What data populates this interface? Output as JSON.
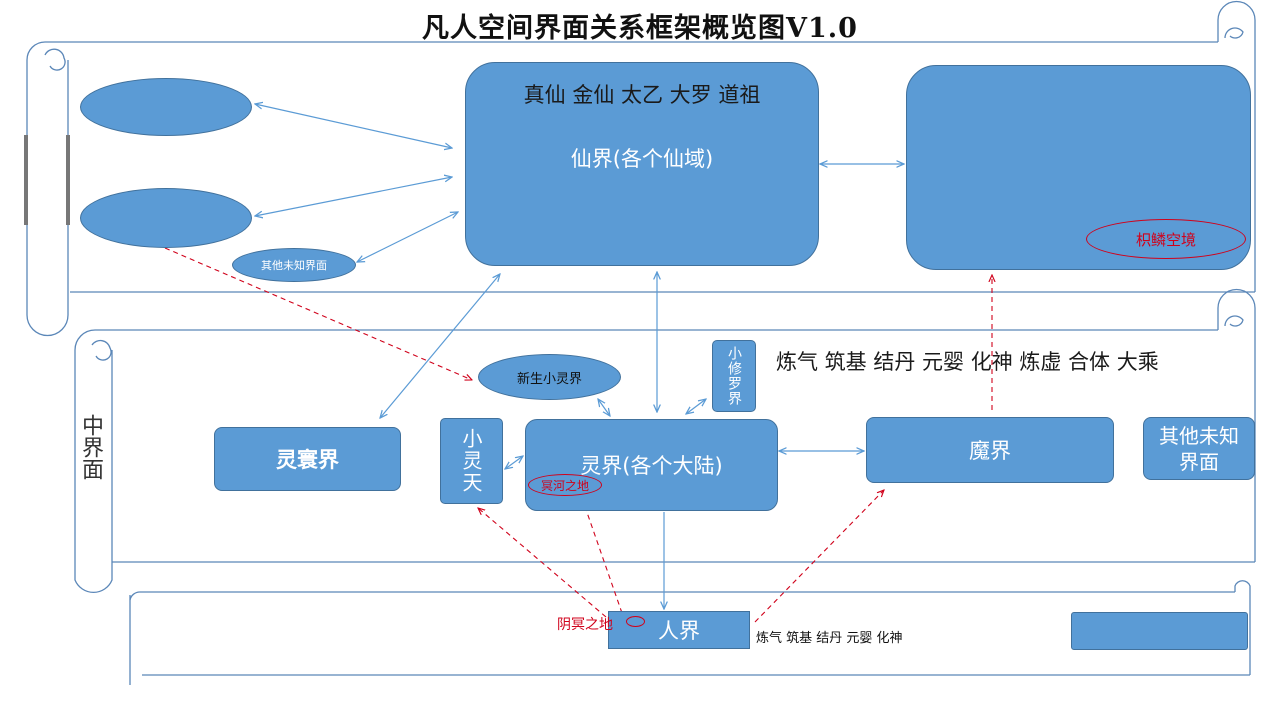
{
  "title": "凡人空间界面关系框架概览图V1.0",
  "upper": {
    "ranks": "真仙 金仙 太乙 大罗 道祖",
    "main_label": "仙界(各个仙域)",
    "other_unknown": "其他未知界面",
    "red_label": "枳鳞空境"
  },
  "middle": {
    "side_label": "中界面",
    "ranks": "炼气 筑基 结丹 元婴 化神 炼虚 合体 大乘",
    "new_small": "新生小灵界",
    "small_asura": "小修罗界",
    "linghuan": "灵寰界",
    "small_lingtian": "小灵天",
    "main_label": "灵界(各个大陆)",
    "red_label": "冥河之地",
    "demon": "魔界",
    "other_unknown": "其他未知界面"
  },
  "lower": {
    "main_label": "人界",
    "ranks": "炼气 筑基 结丹 元婴 化神",
    "red_label": "阴冥之地"
  },
  "colors": {
    "node_fill": "#5b9bd5",
    "node_border": "#41719c",
    "arrow": "#5b9bd5",
    "dashed_arrow": "#d0021b",
    "scroll_line": "#5b87b8"
  }
}
